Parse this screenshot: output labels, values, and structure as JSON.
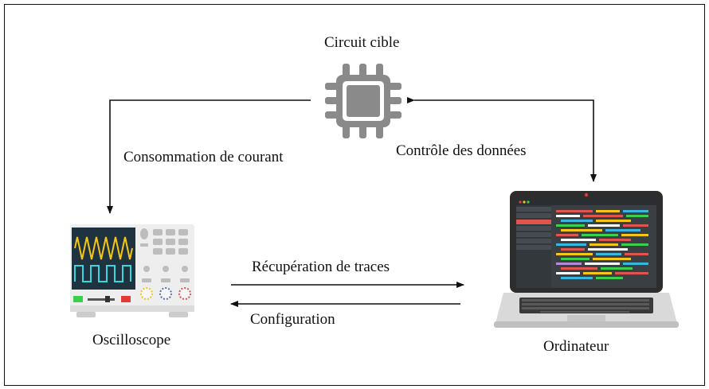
{
  "nodes": {
    "circuit": {
      "label": "Circuit cible"
    },
    "oscilloscope": {
      "label": "Oscilloscope"
    },
    "computer": {
      "label": "Ordinateur"
    }
  },
  "edges": {
    "current": {
      "label": "Consommation de courant"
    },
    "control": {
      "label": "Contrôle des données"
    },
    "traces": {
      "label": "Récupération de traces"
    },
    "config": {
      "label": "Configuration"
    }
  },
  "colors": {
    "chip": "#8a8a8a",
    "arrow": "#111111",
    "scope_body": "#eeeeee",
    "scope_screen": "#1f3240",
    "wave_yellow": "#f5c518",
    "wave_cyan": "#38d7e0",
    "laptop_frame": "#2d2d2d",
    "code_bg": "#3a3f44"
  }
}
